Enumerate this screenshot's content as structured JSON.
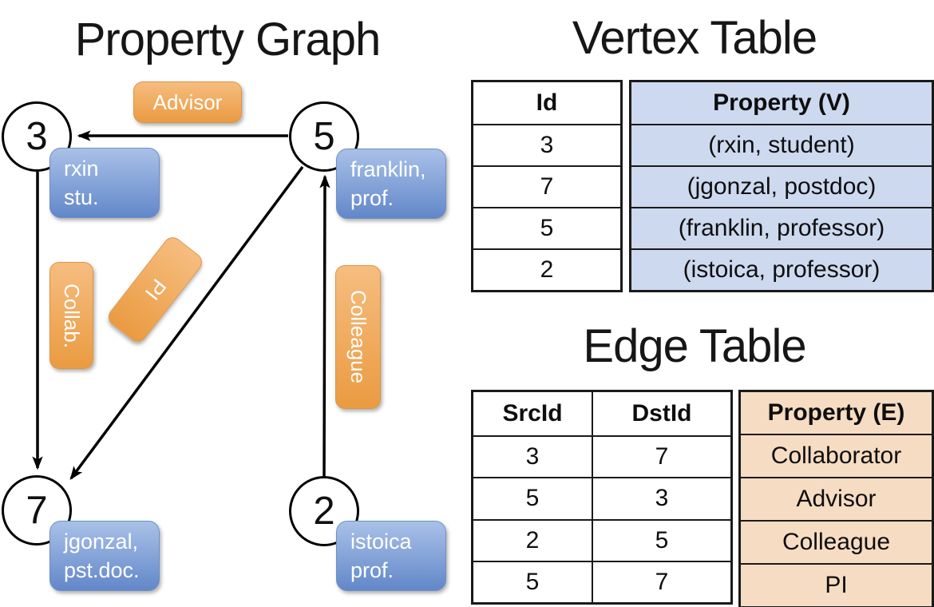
{
  "colors": {
    "edge_label_orange_top": "#f6bd80",
    "edge_label_orange_bottom": "#ea9b41",
    "vertex_label_blue_top": "#a9c1e8",
    "vertex_label_blue_bottom": "#6287c9",
    "vertex_table_fill": "#cdd9ef",
    "edge_table_fill": "#f6dcc2",
    "line_color": "#000000"
  },
  "graph": {
    "title": "Property Graph",
    "vertices": [
      {
        "id": "3",
        "property": [
          "rxin",
          "stu."
        ]
      },
      {
        "id": "5",
        "property": [
          "franklin,",
          "prof."
        ]
      },
      {
        "id": "7",
        "property": [
          "jgonzal,",
          "pst.doc."
        ]
      },
      {
        "id": "2",
        "property": [
          "istoica",
          "prof."
        ]
      }
    ],
    "edges": [
      {
        "label": "Advisor",
        "from": "5",
        "to": "3"
      },
      {
        "label": "Collab.",
        "from": "3",
        "to": "7"
      },
      {
        "label": "PI",
        "from": "5",
        "to": "7"
      },
      {
        "label": "Colleague",
        "from": "2",
        "to": "5"
      }
    ]
  },
  "vertex_table": {
    "title": "Vertex Table",
    "columns": {
      "id": "Id",
      "property": "Property (V)"
    },
    "rows": [
      {
        "id": "3",
        "property": "(rxin, student)"
      },
      {
        "id": "7",
        "property": "(jgonzal, postdoc)"
      },
      {
        "id": "5",
        "property": "(franklin, professor)"
      },
      {
        "id": "2",
        "property": "(istoica, professor)"
      }
    ]
  },
  "edge_table": {
    "title": "Edge Table",
    "columns": {
      "src": "SrcId",
      "dst": "DstId",
      "property": "Property (E)"
    },
    "rows": [
      {
        "src": "3",
        "dst": "7",
        "property": "Collaborator"
      },
      {
        "src": "5",
        "dst": "3",
        "property": "Advisor"
      },
      {
        "src": "2",
        "dst": "5",
        "property": "Colleague"
      },
      {
        "src": "5",
        "dst": "7",
        "property": "PI"
      }
    ]
  }
}
